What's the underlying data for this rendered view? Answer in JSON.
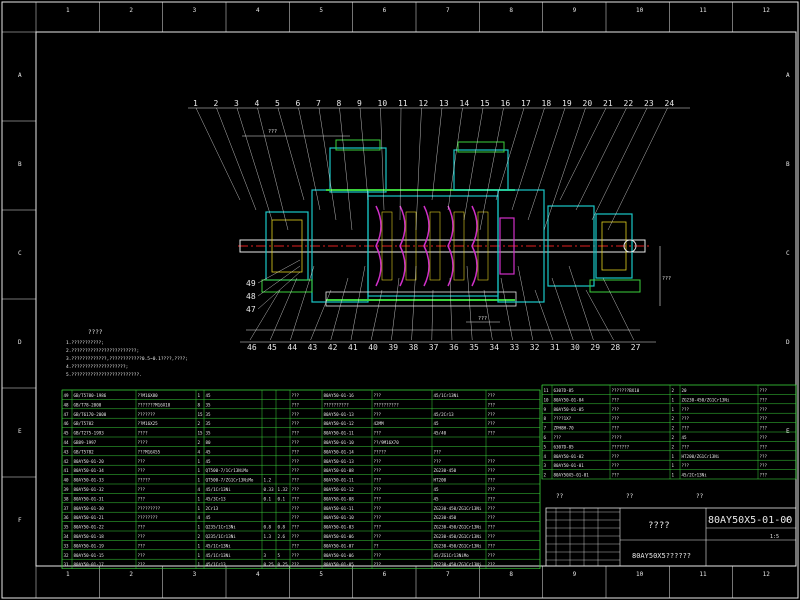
{
  "frame": {
    "top_zones": [
      "1",
      "2",
      "3",
      "4",
      "5",
      "6",
      "7",
      "8",
      "9",
      "10",
      "11",
      "12"
    ],
    "bottom_zones": [
      "1",
      "2",
      "3",
      "4",
      "5",
      "6",
      "7",
      "8",
      "9",
      "10",
      "11",
      "12"
    ],
    "row_letters": [
      "A",
      "B",
      "C",
      "D",
      "E",
      "F"
    ]
  },
  "balloons_top": [
    "1",
    "2",
    "3",
    "4",
    "5",
    "6",
    "7",
    "8",
    "9",
    "10",
    "11",
    "12",
    "13",
    "14",
    "15",
    "16",
    "17",
    "18",
    "19",
    "20",
    "21",
    "22",
    "23",
    "24"
  ],
  "balloons_bottom": [
    "46",
    "45",
    "44",
    "43",
    "42",
    "41",
    "40",
    "39",
    "38",
    "37",
    "36",
    "35",
    "34",
    "33",
    "32",
    "31",
    "30",
    "29",
    "28",
    "27"
  ],
  "balloons_left": [
    "49",
    "48",
    "47"
  ],
  "dimensions": {
    "overall": "???",
    "height": "???",
    "small": "???"
  },
  "notes": {
    "heading": "????",
    "lines": [
      "1.???????????;",
      "2.????????????????????????;",
      "3.?????????????,????????????0.5~0.1????,????;",
      "4.????????????????????;",
      "5.?????????????????????????."
    ]
  },
  "parts_list_left": [
    [
      "49",
      "GB/T5780-1986",
      "??M16X80",
      "1",
      "45",
      "",
      "",
      "???",
      "80AY50-01-16",
      "???",
      "45/1Cr13Ni",
      "???"
    ],
    [
      "48",
      "GB/T78-2000",
      "???????M16X18",
      "8",
      "35",
      "",
      "",
      "???",
      "??????????",
      "??????????",
      "",
      "???"
    ],
    [
      "47",
      "GB/T6170-2000",
      "???????",
      "15",
      "35",
      "",
      "",
      "???",
      "80AY50-01-13",
      "???",
      "45/2Cr13",
      "???"
    ],
    [
      "46",
      "GB/T5782",
      "??M16X25",
      "2",
      "35",
      "",
      "",
      "???",
      "80AY50-01-12",
      "42MM",
      "45",
      "???"
    ],
    [
      "45",
      "GB/T275-1993",
      "????",
      "15",
      "35",
      "",
      "",
      "???",
      "80AY50-01-11",
      "???",
      "45/40",
      "???"
    ],
    [
      "44",
      "GB89-1997",
      "????",
      "2",
      "80",
      "",
      "",
      "???",
      "80AY50-01-10",
      "??/9M16X70",
      "",
      ""
    ],
    [
      "43",
      "GB/T5782",
      "???M16X55",
      "4",
      "45",
      "",
      "",
      "???",
      "80AY50-01-14",
      "?????",
      "???",
      ""
    ],
    [
      "42",
      "80AY50-01-20",
      "???",
      "1",
      "45",
      "",
      "",
      "???",
      "80AY50-01-13",
      "???",
      "???",
      "???"
    ],
    [
      "41",
      "80AY50-01-34",
      "???",
      "1",
      "QT500-7/1Cr13NiMo",
      "",
      "",
      "???",
      "80AY50-01-08",
      "???",
      "ZG230-450",
      "???"
    ],
    [
      "40",
      "80AY50-01-33",
      "?????",
      "1",
      "QT500-7/ZG1Cr13NiMo",
      "1.2",
      "",
      "???",
      "80AY50-01-11",
      "???",
      "HT200",
      "???"
    ],
    [
      "39",
      "80AY50-01-32",
      "???",
      "4",
      "45/1Cr13Ni",
      "0.33",
      "1.32",
      "???",
      "80AY50-01-12",
      "???",
      "45",
      "???"
    ],
    [
      "38",
      "80AY50-01-31",
      "???",
      "1",
      "45/3Cr13",
      "0.1",
      "0.1",
      "???",
      "80AY50-01-08",
      "???",
      "45",
      "???"
    ],
    [
      "37",
      "80AY50-01-30",
      "?????????",
      "1",
      "2Cr13",
      "",
      "",
      "???",
      "80AY50-01-11",
      "???",
      "ZG230-450/ZG1Cr13Ni",
      "???"
    ],
    [
      "36",
      "80AY50-01-21",
      "????????",
      "4",
      "45",
      "",
      "",
      "???",
      "80AY50-01-10",
      "???",
      "ZG230-450",
      "???"
    ],
    [
      "35",
      "80AY50-01-22",
      "???",
      "1",
      "Q235/1Cr13Ni",
      "0.8",
      "0.8",
      "???",
      "80AY50-01-03",
      "???",
      "ZG230-450/ZG1Cr13Ni",
      "???"
    ],
    [
      "34",
      "80AY50-01-18",
      "???",
      "2",
      "Q235/1Cr13Ni",
      "1.3",
      "2.6",
      "???",
      "80AY50-01-06",
      "???",
      "ZG230-450/ZG1Cr13Ni",
      "???"
    ],
    [
      "33",
      "80AY50-01-19",
      "???",
      "1",
      "45/1Cr13Ni",
      "",
      "",
      "???",
      "80AY50-01-07",
      "??",
      "ZG230-450/ZG1Cr13Ni",
      "???"
    ],
    [
      "32",
      "80AY50-01-15",
      "???",
      "1",
      "45/1Cr13Ni",
      "3",
      "5",
      "???",
      "80AY50-01-06",
      "???",
      "45/ZG1Cr13NiMo",
      "???"
    ],
    [
      "31",
      "80AY50-01-17",
      "???",
      "1",
      "45/1Cr13",
      "0.25",
      "0.25",
      "???",
      "80AY50-01-05",
      "???",
      "ZG230-450/ZG1Cr13Ni",
      "???"
    ]
  ],
  "parts_list_right": [
    [
      "11",
      "6307D-85",
      "???????BX10",
      "2",
      "20",
      "???"
    ],
    [
      "10",
      "80AY50-01-04",
      "???",
      "1",
      "ZG230-450/ZG1Cr13Ni",
      "???"
    ],
    [
      "9",
      "80AY50-01-05",
      "???",
      "1",
      "???",
      "???"
    ],
    [
      "8",
      "????1X?",
      "???",
      "2",
      "???",
      "???"
    ],
    [
      "7",
      "ZPH8H-70",
      "???",
      "2",
      "???",
      "???"
    ],
    [
      "6",
      "???",
      "????",
      "2",
      "45",
      "???"
    ],
    [
      "5",
      "6307D-85",
      "???????",
      "2",
      "???",
      "???"
    ],
    [
      "4",
      "80AY50-01-02",
      "???",
      "1",
      "HT200/ZG1Cr13Ni",
      "???"
    ],
    [
      "3",
      "80AY50-01-01",
      "???",
      "1",
      "???",
      "???"
    ],
    [
      "2",
      "80AY50X5-01-01",
      "???",
      "1",
      "45/2Cr13Ni",
      "???"
    ]
  ],
  "title_block": {
    "drawing_no": "80AY50X5-01-00",
    "name": "????",
    "product": "80AY50X5??????",
    "scale": "1:5",
    "sheet_left": "??",
    "sheet_mid": "??",
    "sheet_right": "??"
  },
  "colors": {
    "frame": "#e8e8e8",
    "table": "#3bd13b",
    "centerline": "#e02020",
    "body": "#19c8c8",
    "impeller": "#d030c8"
  }
}
